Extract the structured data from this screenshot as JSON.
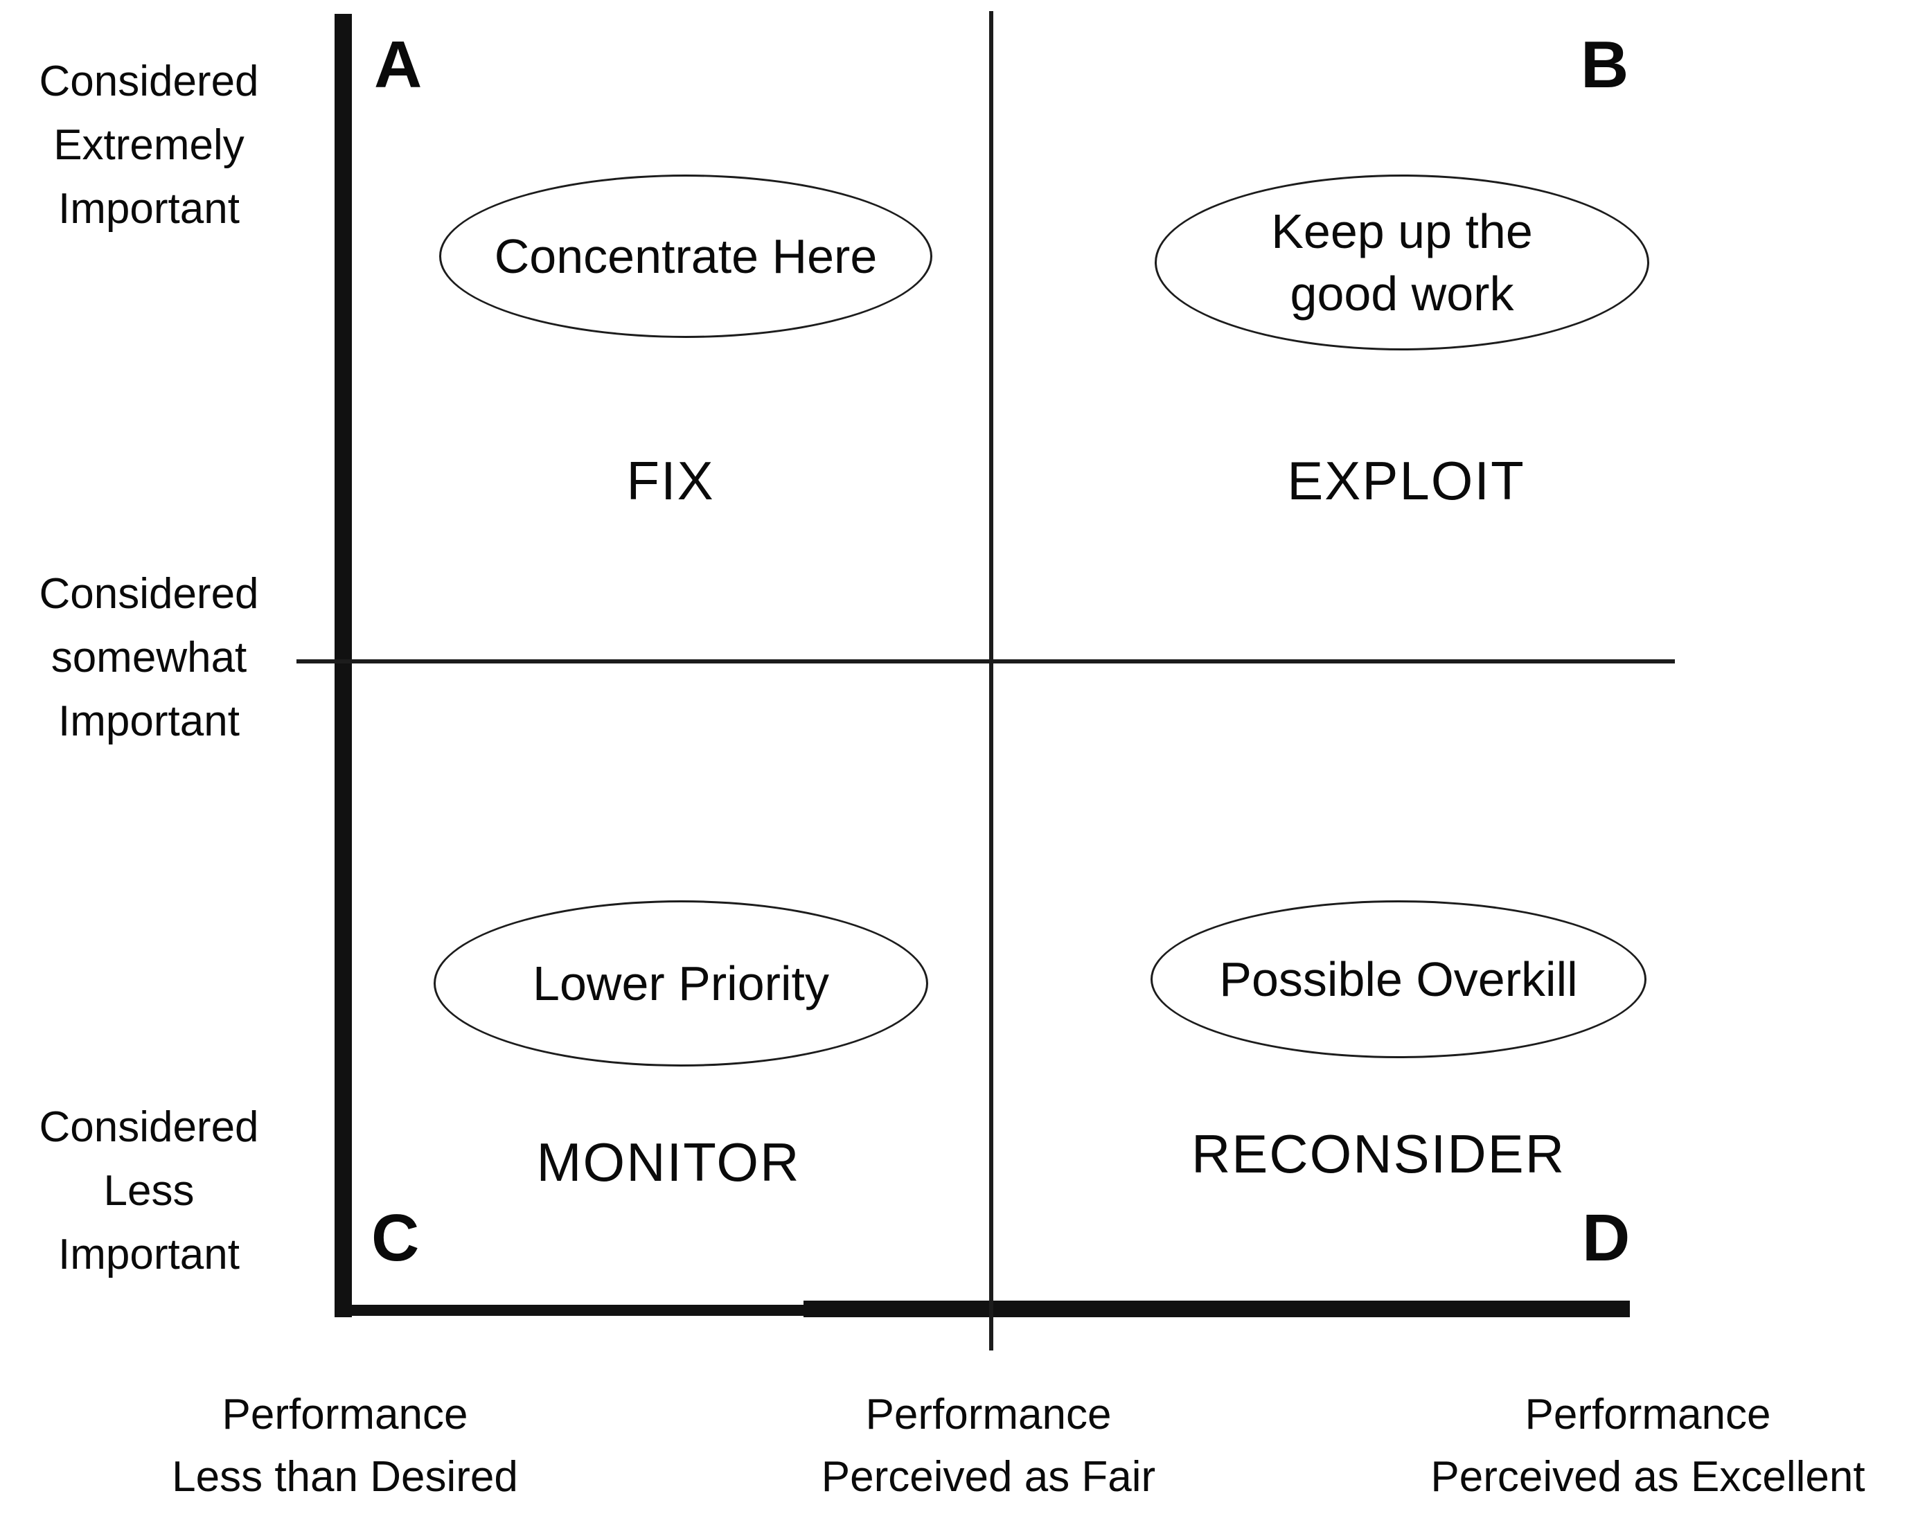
{
  "matrix": {
    "corner_letters": {
      "top_left": "A",
      "top_right": "B",
      "bottom_left": "C",
      "bottom_right": "D"
    },
    "ellipse_labels": {
      "top_left": "Concentrate Here",
      "top_right": "Keep up the\ngood work",
      "bottom_left": "Lower Priority",
      "bottom_right": "Possible Overkill"
    },
    "action_labels": {
      "top_left": "FIX",
      "top_right": "EXPLOIT",
      "bottom_left": "MONITOR",
      "bottom_right": "RECONSIDER"
    },
    "y_axis_labels": {
      "top": "Considered\nExtremely\nImportant",
      "middle": "Considered\nsomewhat\nImportant",
      "bottom": "Considered\nLess\nImportant"
    },
    "x_axis_labels": {
      "left": "Performance\nLess than Desired",
      "center": "Performance\nPerceived as Fair",
      "right": "Performance\nPerceived as Excellent"
    },
    "colors": {
      "ink": "#111111",
      "background": "#ffffff"
    }
  }
}
